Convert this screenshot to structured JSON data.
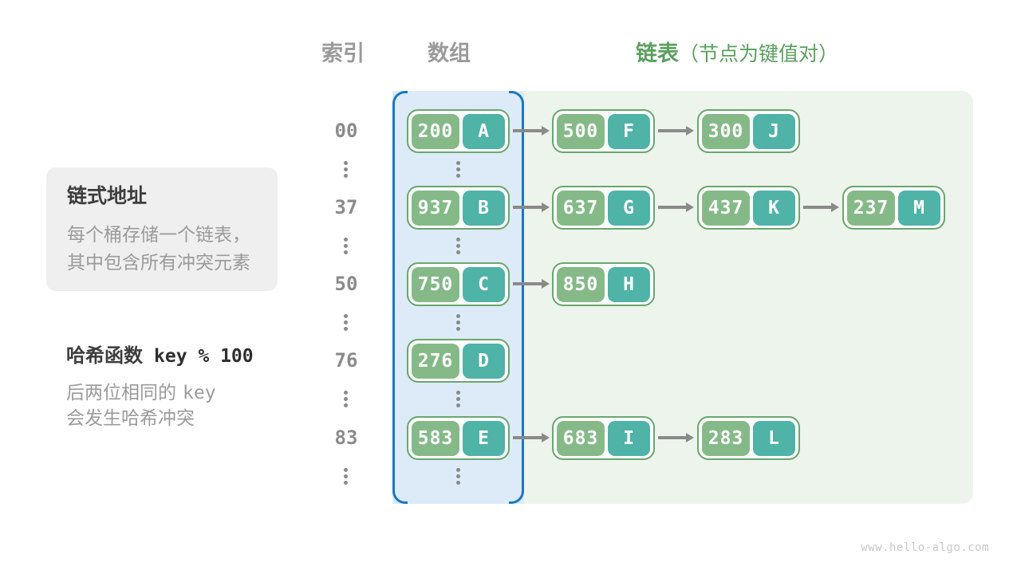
{
  "headers": {
    "index": "索引",
    "array": "数组",
    "list": "链表",
    "list_note": "（节点为键值对）"
  },
  "info_box": {
    "title": "链式地址",
    "line1": "每个桶存储一个链表，",
    "line2": "其中包含所有冲突元素"
  },
  "hash_note": {
    "title": "哈希函数",
    "formula": "key % 100",
    "line1_text": "后两位相同的",
    "line1_code": "key",
    "line2": "会发生哈希冲突"
  },
  "rows": [
    {
      "index": "00",
      "chain": [
        {
          "key": "200",
          "value": "A"
        },
        {
          "key": "500",
          "value": "F"
        },
        {
          "key": "300",
          "value": "J"
        }
      ]
    },
    {
      "index": "37",
      "chain": [
        {
          "key": "937",
          "value": "B"
        },
        {
          "key": "637",
          "value": "G"
        },
        {
          "key": "437",
          "value": "K"
        },
        {
          "key": "237",
          "value": "M"
        }
      ]
    },
    {
      "index": "50",
      "chain": [
        {
          "key": "750",
          "value": "C"
        },
        {
          "key": "850",
          "value": "H"
        }
      ]
    },
    {
      "index": "76",
      "chain": [
        {
          "key": "276",
          "value": "D"
        }
      ]
    },
    {
      "index": "83",
      "chain": [
        {
          "key": "583",
          "value": "E"
        },
        {
          "key": "683",
          "value": "I"
        },
        {
          "key": "283",
          "value": "L"
        }
      ]
    }
  ],
  "watermark": "www.hello-algo.com",
  "colors": {
    "key_cell": "#85ba88",
    "value_cell": "#4fb3a7",
    "node_border": "#69a76d",
    "node_fill": "#fdfefd",
    "array_fill": "#dcebf7",
    "array_border": "#1b78c0",
    "list_fill": "#ecf4ec",
    "arrow": "#8a8a8a",
    "header_gray": "#9a9a9a",
    "accent_green": "#5aa05e",
    "text_dark": "#3d3d3d",
    "text_gray": "#9b9b9b",
    "index_gray": "#8b8b8b",
    "dots_gray": "#8a8a8a",
    "infobox_bg": "#efefef",
    "watermark": "#c9c9c9"
  }
}
